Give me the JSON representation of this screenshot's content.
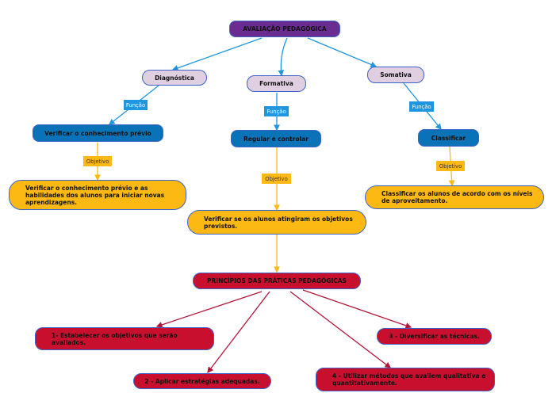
{
  "root": {
    "label": "AVALIAÇÃO PEDAGÓGICA"
  },
  "types": [
    {
      "label": "Diagnóstica",
      "relation": "Função",
      "function": "Verificar o conhecimento prévio",
      "objective_tag": "Objetivo",
      "objective": "Verificar o conhecimento prévio e as habilidades dos alunos para iniciar novas aprendizagens."
    },
    {
      "label": "Formativa",
      "relation": "Função",
      "function": "Regular e controlar",
      "objective_tag": "Objetivo",
      "objective": "Verificar se os alunos atingiram os objetivos previstos."
    },
    {
      "label": "Somativa",
      "relation": "Função",
      "function": "Classificar",
      "objective_tag": "Objetivo",
      "objective": "Classificar os alunos de acordo com os níveis de aproveitamento."
    }
  ],
  "principles": {
    "title": "PRINCÍPIOS DAS PRÁTICAS PEDAGÓGICAS",
    "items": [
      "1- Estabelecer os objetivos que serão avaliados.",
      "2 - Aplicar estratégias adequadas.",
      "3 - Diversificar as técnicas.",
      "4 - Utilizar métodos que avaliem qualitativa e quantitativamente."
    ]
  },
  "colors": {
    "root": "#6a2c91",
    "type_node": "#dfcfe1",
    "function_node": "#0a72b7",
    "objective_node": "#fdb913",
    "principle_node": "#c8102e",
    "blue_link": "#1e96e0",
    "yellow_link": "#fdb913",
    "red_link": "#b0173a"
  }
}
